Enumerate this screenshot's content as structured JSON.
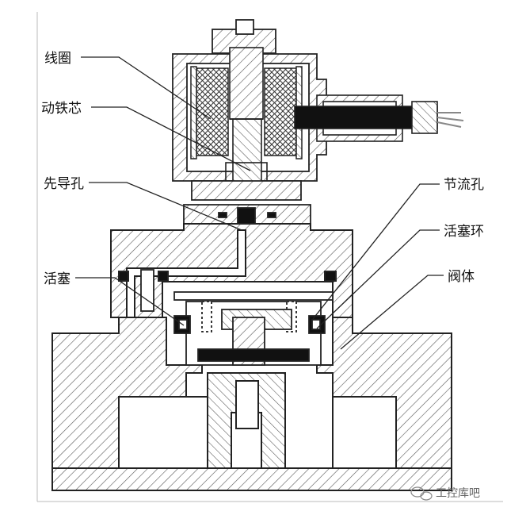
{
  "labels": {
    "coil": "线圈",
    "moving_core": "动铁芯",
    "pilot_hole": "先导孔",
    "piston": "活塞",
    "throttle_hole": "节流孔",
    "piston_ring": "活塞环",
    "valve_body": "阀体"
  },
  "watermark": {
    "text": "工控库吧",
    "icon": "wechat-icon"
  },
  "colors": {
    "line": "#222222",
    "hatch": "#555555",
    "seal": "#000000",
    "background": "#ffffff"
  }
}
